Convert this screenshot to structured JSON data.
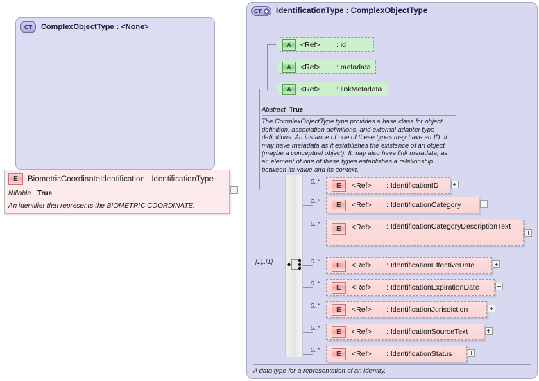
{
  "left_element": {
    "badge": "E",
    "title": "BiometricCoordinateIdentification : IdentificationType",
    "property_key": "Nillable",
    "property_value": "True",
    "documentation": "An identifier that represents the BIOMETRIC COORDINATE."
  },
  "outer_type": {
    "badge": "CT",
    "title": "IdentificationType : ComplexObjectType"
  },
  "inner_type": {
    "badge": "CT",
    "title": "ComplexObjectType : <None>",
    "attributes": [
      {
        "badge": "A",
        "ref": "<Ref>",
        "name": ": id"
      },
      {
        "badge": "A",
        "ref": "<Ref>",
        "name": ": metadata"
      },
      {
        "badge": "A",
        "ref": "<Ref>",
        "name": ": linkMetadata"
      }
    ],
    "abstract_key": "Abstract",
    "abstract_value": "True",
    "documentation": "The ComplexObjectType type provides a base class for object definition, association definitions, and external adapter type definitions. An instance of one of these types may have an ID. It may have metadata as it establishes the existence of an object (maybe a conceptual object). It may also have link metadata, as an element of one of these types establishes a relationship between its value and its context."
  },
  "sequence": {
    "cardinality": "[1]..[1]",
    "icon": "sequence-icon"
  },
  "elements": [
    {
      "cardinality": "0..*",
      "badge": "E",
      "ref": "<Ref>",
      "name": ": IdentificationID"
    },
    {
      "cardinality": "0..*",
      "badge": "E",
      "ref": "<Ref>",
      "name": ": IdentificationCategory"
    },
    {
      "cardinality": "0..*",
      "badge": "E",
      "ref": "<Ref>",
      "name": ": IdentificationCategoryDescriptionText"
    },
    {
      "cardinality": "0..*",
      "badge": "E",
      "ref": "<Ref>",
      "name": ": IdentificationEffectiveDate"
    },
    {
      "cardinality": "0..*",
      "badge": "E",
      "ref": "<Ref>",
      "name": ": IdentificationExpirationDate"
    },
    {
      "cardinality": "0..*",
      "badge": "E",
      "ref": "<Ref>",
      "name": ": IdentificationJurisdiction"
    },
    {
      "cardinality": "0..*",
      "badge": "E",
      "ref": "<Ref>",
      "name": ": IdentificationSourceText"
    },
    {
      "cardinality": "0..*",
      "badge": "E",
      "ref": "<Ref>",
      "name": ": IdentificationStatus"
    }
  ],
  "footer": {
    "documentation": "A data type for a representation of an identity."
  },
  "colors": {
    "panel_bg": "#d8d8f0",
    "element_bg": "#fbd5d5",
    "attribute_bg": "#ccf0cc",
    "line": "#8e8eaa"
  }
}
